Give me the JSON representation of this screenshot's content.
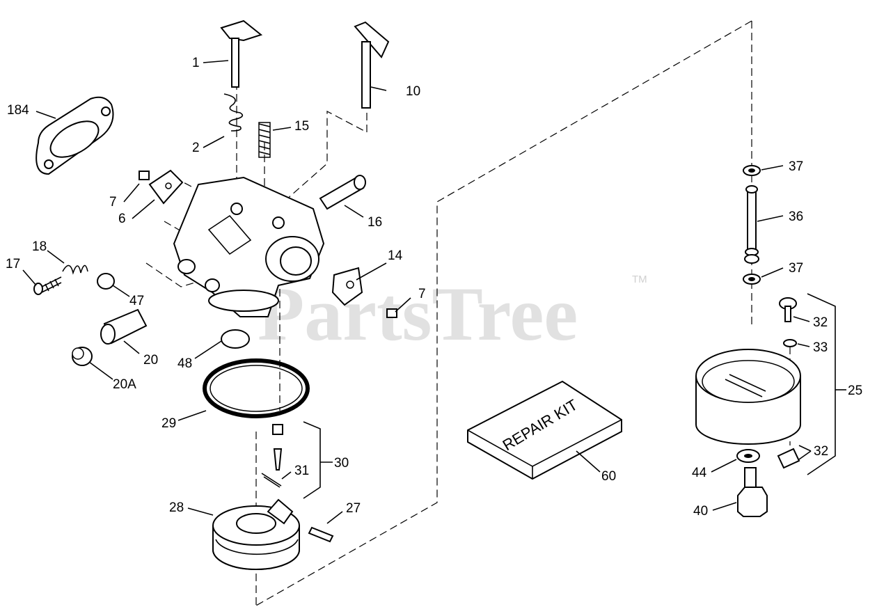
{
  "watermark": {
    "brand": "PartsTree",
    "trademark": "TM"
  },
  "repair_kit_text": "REPAIR KIT",
  "callouts": {
    "p1": "1",
    "p2": "2",
    "p6": "6",
    "p7a": "7",
    "p7b": "7",
    "p10": "10",
    "p14": "14",
    "p15": "15",
    "p16": "16",
    "p17": "17",
    "p18": "18",
    "p20": "20",
    "p20a": "20A",
    "p25": "25",
    "p27": "27",
    "p28": "28",
    "p29": "29",
    "p30": "30",
    "p31": "31",
    "p32a": "32",
    "p32b": "32",
    "p33": "33",
    "p36": "36",
    "p37a": "37",
    "p37b": "37",
    "p40": "40",
    "p44": "44",
    "p47": "47",
    "p48": "48",
    "p60": "60",
    "p184": "184"
  }
}
